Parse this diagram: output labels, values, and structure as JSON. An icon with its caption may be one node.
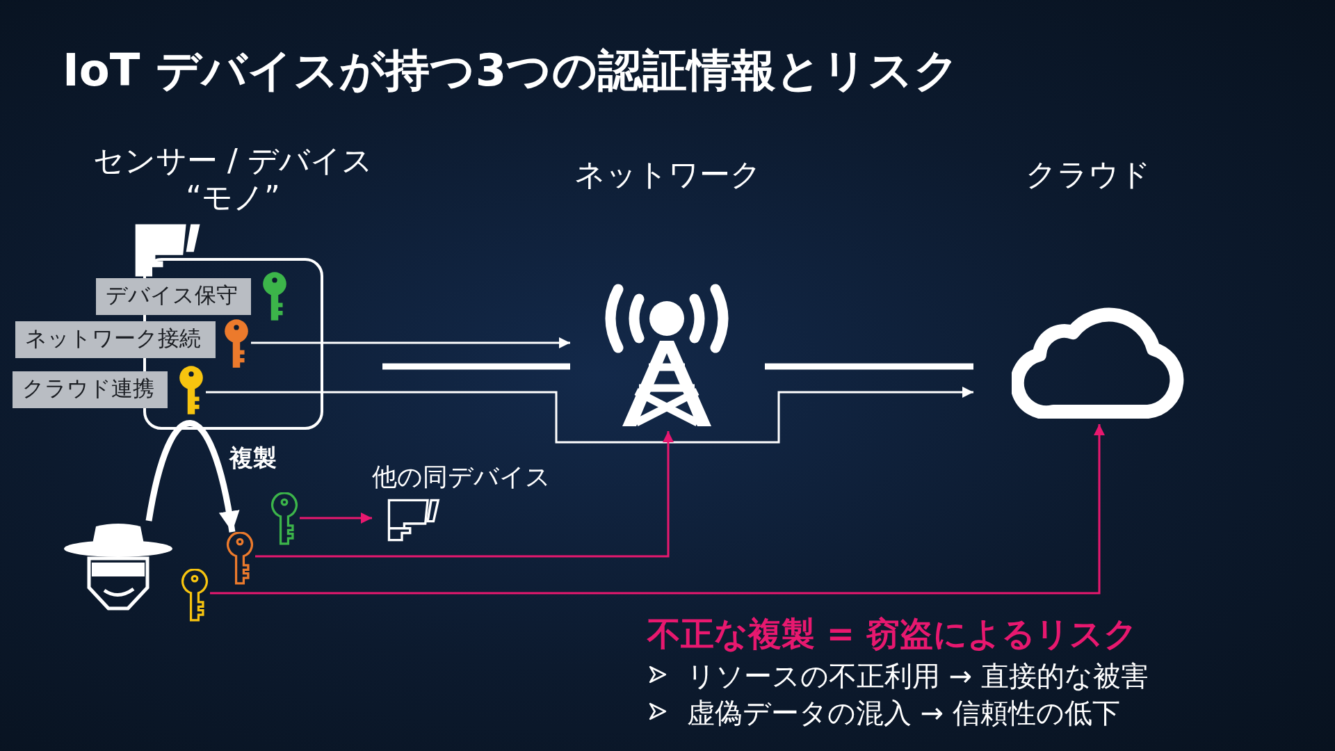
{
  "diagram": {
    "title": "IoT デバイスが持つ3つの認証情報とリスク",
    "nodes": [
      {
        "text": [
          "センサー / デバイス “モノ”"
        ]
      },
      {
        "text": [
          "デバイス保守"
        ]
      },
      {
        "text": [
          "ネットワーク接続"
        ]
      },
      {
        "text": [
          "クラウド連携"
        ]
      },
      {
        "text": [],
        "shape": "key",
        "in": 0
      },
      {
        "text": [],
        "shape": "key",
        "in": 0
      },
      {
        "text": [],
        "shape": "key",
        "in": 0
      },
      {
        "text": [
          "ネットワーク"
        ]
      },
      {
        "text": [
          "クラウド"
        ]
      },
      {
        "text": [],
        "shape": "person"
      },
      {
        "text": [],
        "shape": "key"
      },
      {
        "text": [],
        "shape": "key"
      },
      {
        "text": [],
        "shape": "key"
      },
      {
        "text": [
          "他の同デバイス"
        ]
      }
    ],
    "edges": [
      {
        "from": 5,
        "to": 7,
        "arrow": "to"
      },
      {
        "from": 6,
        "to": 8,
        "arrow": "to"
      },
      {
        "from": 0,
        "to": 7,
        "arrow": "none",
        "style": "thick"
      },
      {
        "from": 7,
        "to": 8,
        "arrow": "none",
        "style": "thick"
      },
      {
        "from": 9,
        "to": 11,
        "arrow": "to",
        "style": "thick",
        "label": "複製"
      },
      {
        "from": 10,
        "to": 13,
        "arrow": "to",
        "color": "#e8186f"
      },
      {
        "from": 11,
        "to": 7,
        "arrow": "to",
        "color": "#e8186f"
      },
      {
        "from": 12,
        "to": 8,
        "arrow": "to",
        "color": "#e8186f"
      }
    ],
    "labels": [
      "不正な複製 = 窃盗によるリスク",
      "リソースの不正利用 → 直接的な被害",
      "虚偽データの混入 → 信頼性の低下"
    ]
  }
}
